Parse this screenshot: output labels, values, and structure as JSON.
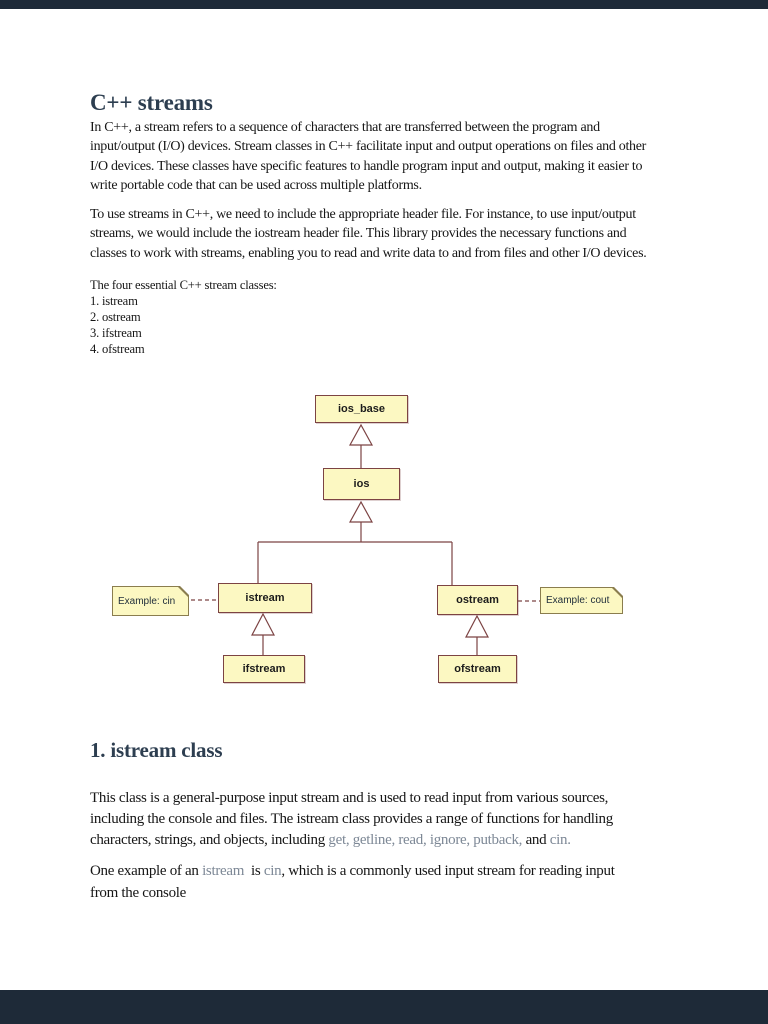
{
  "page": {
    "background": "#ffffff",
    "viewer_chrome_color": "#1e2a38",
    "heading_color": "#2d3e50",
    "keyword_color": "#7d8896"
  },
  "article": {
    "h1": "C++ streams",
    "p1": [
      "In C++, a stream refers to a sequence of characters that are transferred between the program and",
      "input/output (I/O) devices. Stream classes in C++ facilitate input and output operations on files and other",
      "I/O devices. These classes have specific features to handle program input and output, making it easier to",
      "write portable code that can be used across multiple platforms."
    ],
    "p2": [
      "To use streams in C++, we need to include the appropriate header file. For instance, to use input/output",
      "streams, we would include the iostream header file. This library provides the necessary functions and",
      "classes to work with streams, enabling you to read and write data to and from files and other I/O devices."
    ],
    "list_intro": "The four essential C++ stream classes:",
    "list_items": [
      "1. istream",
      "2. ostream",
      "3. ifstream",
      "4. ofstream"
    ],
    "h2": "1. istream class",
    "p3_l1": "This class is a general-purpose input stream and is used to read input from various sources,",
    "p3_l2": "including the console and files. The istream class provides a range of functions for handling",
    "p3_l3a": "characters, strings, and objects, including ",
    "p3_l3b": "get, getline, read, ignore, putback,",
    "p3_l3c": " and ",
    "p3_l3d": "cin.",
    "p4_a": "One example of an ",
    "p4_b": "istream",
    "p4_c": "  is ",
    "p4_d": "cin",
    "p4_e": ", which is a commonly used input stream for reading input",
    "p4_f": "from the console"
  },
  "diagram": {
    "nodes": {
      "ios_base": "ios_base",
      "ios": "ios",
      "istream": "istream",
      "ostream": "ostream",
      "ifstream": "ifstream",
      "ofstream": "ofstream"
    },
    "notes": {
      "cin": "Example: cin",
      "cout": "Example: cout"
    },
    "colors": {
      "node_fill": "#fcf8c2",
      "node_border": "#7c4343",
      "note_border": "#8a7d4e",
      "connector": "#7c4343"
    }
  }
}
